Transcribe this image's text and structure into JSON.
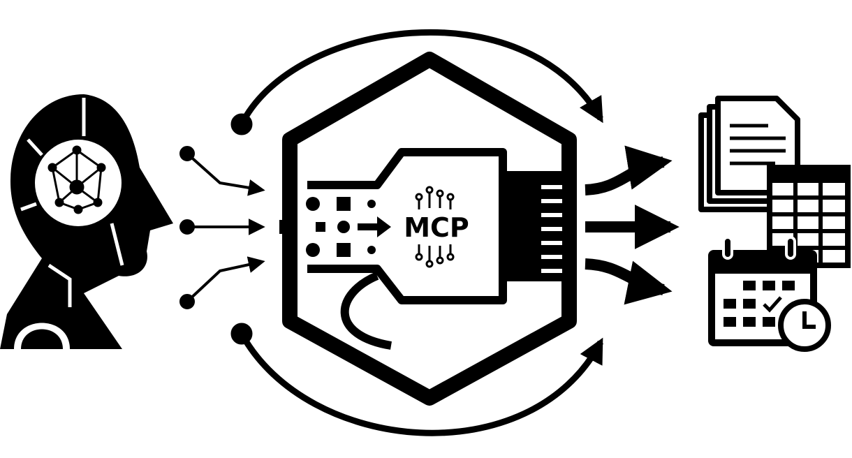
{
  "diagram": {
    "center_label": "MCP",
    "colors": {
      "ink": "#000000",
      "background": "#ffffff"
    },
    "icons": [
      "ai-head-icon",
      "input-arrows",
      "mcp-plug-icon",
      "hexagon-frame",
      "loop-arrows",
      "output-arrows",
      "documents-icon",
      "spreadsheet-icon",
      "calendar-icon",
      "clock-icon"
    ]
  }
}
